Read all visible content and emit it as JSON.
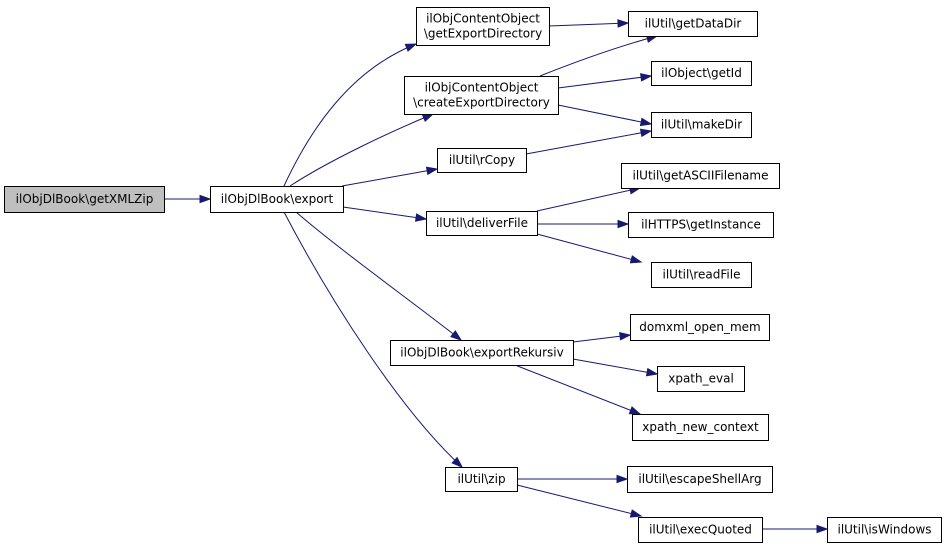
{
  "graph": {
    "colors": {
      "edge": "#191970",
      "node_fill": "#ffffff",
      "root_fill": "#bfbfbf",
      "node_border": "#000000"
    },
    "nodes": [
      {
        "id": "getxmlzip",
        "lines": [
          "ilObjDlBook\\getXMLZip"
        ],
        "root": true
      },
      {
        "id": "export",
        "lines": [
          "ilObjDlBook\\export"
        ]
      },
      {
        "id": "getexportdirectory",
        "lines": [
          "ilObjContentObject",
          "\\getExportDirectory"
        ]
      },
      {
        "id": "createexportdirectory",
        "lines": [
          "ilObjContentObject",
          "\\createExportDirectory"
        ]
      },
      {
        "id": "rcopy",
        "lines": [
          "ilUtil\\rCopy"
        ]
      },
      {
        "id": "deliverfile",
        "lines": [
          "ilUtil\\deliverFile"
        ]
      },
      {
        "id": "exportrekursiv",
        "lines": [
          "ilObjDlBook\\exportRekursiv"
        ]
      },
      {
        "id": "zip",
        "lines": [
          "ilUtil\\zip"
        ]
      },
      {
        "id": "getdatadir",
        "lines": [
          "ilUtil\\getDataDir"
        ]
      },
      {
        "id": "getid",
        "lines": [
          "ilObject\\getId"
        ]
      },
      {
        "id": "makedir",
        "lines": [
          "ilUtil\\makeDir"
        ]
      },
      {
        "id": "getasciifilename",
        "lines": [
          "ilUtil\\getASCIIFilename"
        ]
      },
      {
        "id": "gethttpsinstance",
        "lines": [
          "ilHTTPS\\getInstance"
        ]
      },
      {
        "id": "readfile",
        "lines": [
          "ilUtil\\readFile"
        ]
      },
      {
        "id": "domxml",
        "lines": [
          "domxml_open_mem"
        ]
      },
      {
        "id": "xpatheval",
        "lines": [
          "xpath_eval"
        ]
      },
      {
        "id": "xpathnewcontext",
        "lines": [
          "xpath_new_context"
        ]
      },
      {
        "id": "escapeshellarg",
        "lines": [
          "ilUtil\\escapeShellArg"
        ]
      },
      {
        "id": "execquoted",
        "lines": [
          "ilUtil\\execQuoted"
        ]
      },
      {
        "id": "iswindows",
        "lines": [
          "ilUtil\\isWindows"
        ]
      }
    ],
    "edges": [
      {
        "from": "getxmlzip",
        "to": "export"
      },
      {
        "from": "export",
        "to": "getexportdirectory"
      },
      {
        "from": "export",
        "to": "createexportdirectory"
      },
      {
        "from": "export",
        "to": "rcopy"
      },
      {
        "from": "export",
        "to": "deliverfile"
      },
      {
        "from": "export",
        "to": "exportrekursiv"
      },
      {
        "from": "export",
        "to": "zip"
      },
      {
        "from": "getexportdirectory",
        "to": "getdatadir"
      },
      {
        "from": "createexportdirectory",
        "to": "getdatadir"
      },
      {
        "from": "createexportdirectory",
        "to": "getid"
      },
      {
        "from": "createexportdirectory",
        "to": "makedir"
      },
      {
        "from": "rcopy",
        "to": "makedir"
      },
      {
        "from": "deliverfile",
        "to": "getasciifilename"
      },
      {
        "from": "deliverfile",
        "to": "gethttpsinstance"
      },
      {
        "from": "deliverfile",
        "to": "readfile"
      },
      {
        "from": "exportrekursiv",
        "to": "domxml"
      },
      {
        "from": "exportrekursiv",
        "to": "xpatheval"
      },
      {
        "from": "exportrekursiv",
        "to": "xpathnewcontext"
      },
      {
        "from": "zip",
        "to": "escapeshellarg"
      },
      {
        "from": "zip",
        "to": "execquoted"
      },
      {
        "from": "execquoted",
        "to": "iswindows"
      }
    ]
  }
}
